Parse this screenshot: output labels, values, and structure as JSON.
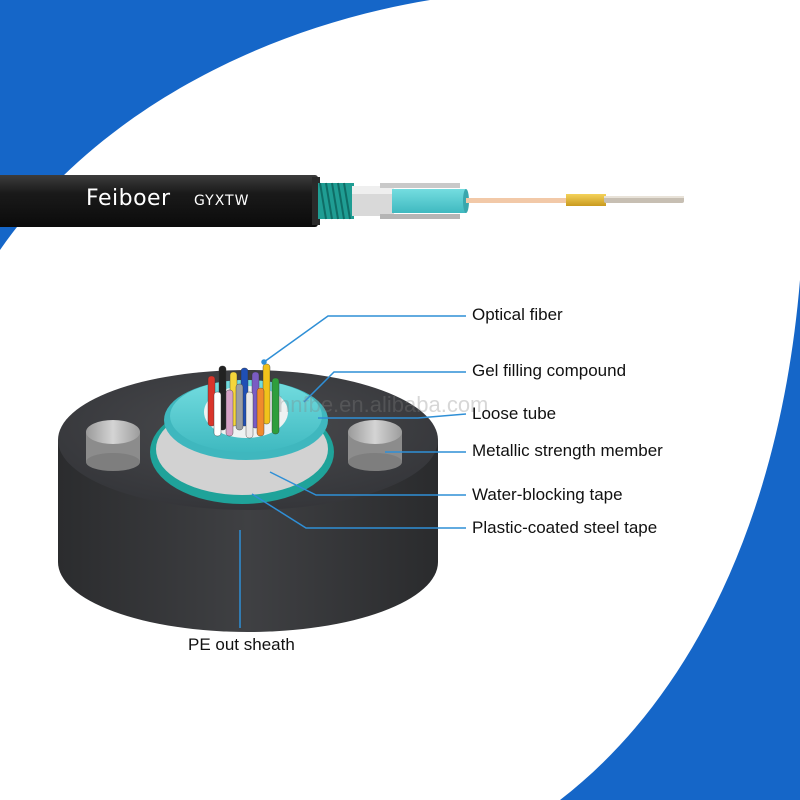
{
  "cable": {
    "brand": "Feiboer",
    "model": "GYXTW"
  },
  "watermark": "hnfbe.en.alibaba.com",
  "callouts": {
    "optical_fiber": "Optical fiber",
    "gel_filling_compound": "Gel filling compound",
    "loose_tube": "Loose tube",
    "metallic_strength_member": "Metallic strength member",
    "water_blocking_tape": "Water-blocking tape",
    "plastic_coated_steel_tape": "Plastic-coated steel tape",
    "pe_out_sheath": "PE out sheath"
  },
  "colors": {
    "accent_blue": "#1566c8",
    "leader_line": "#2f8fd6",
    "sheath": "#3a3b3d",
    "loose_tube": "#4fc9cf",
    "steel_tape": "#1fa39a"
  }
}
